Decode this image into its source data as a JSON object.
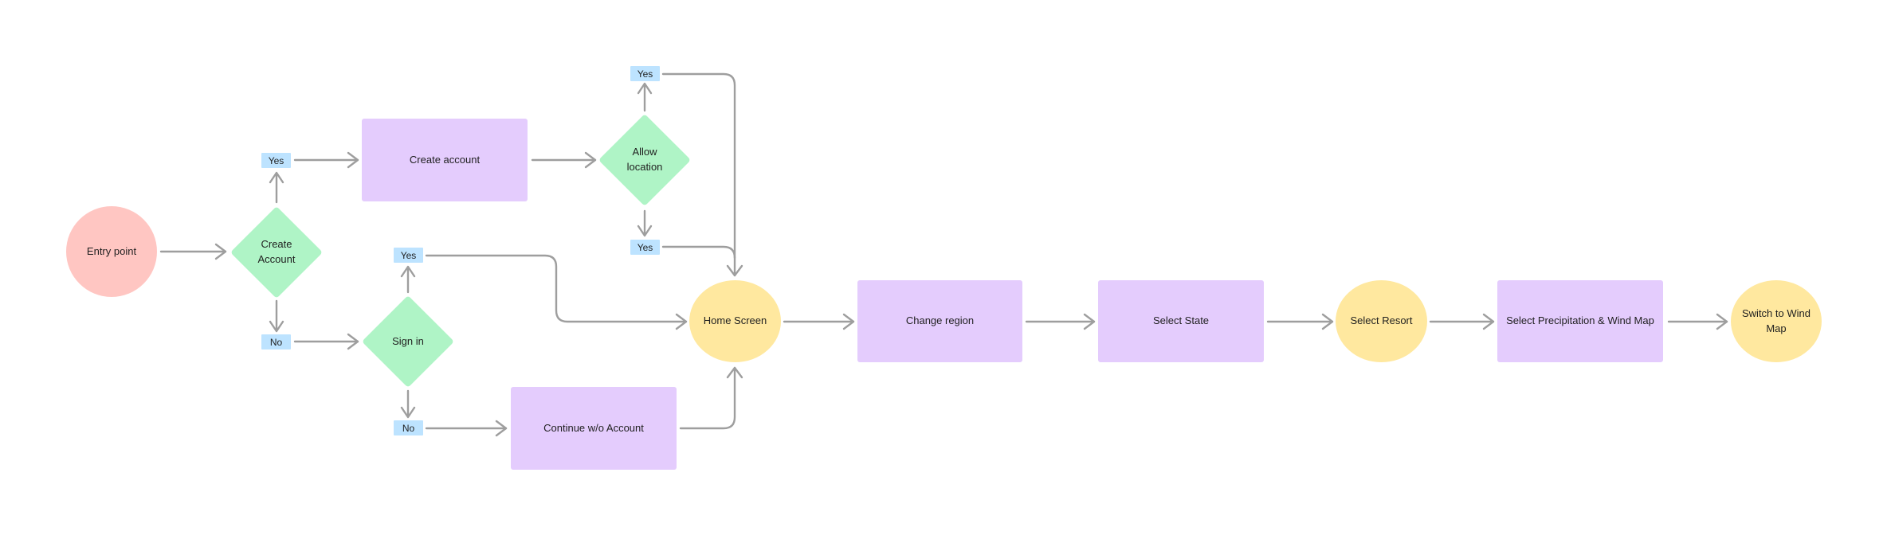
{
  "nodes": {
    "entry_point": "Entry point",
    "create_account_decision": "Create Account",
    "create_account": "Create account",
    "allow_location": "Allow location",
    "sign_in": "Sign in",
    "continue_without_account": "Continue w/o Account",
    "home_screen": "Home Screen",
    "change_region": "Change region",
    "select_state": "Select State",
    "select_resort": "Select Resort",
    "select_precipitation_wind_map": "Select Precipitation & Wind Map",
    "switch_to_wind_map": "Switch to Wind Map"
  },
  "labels": {
    "create_account_yes": "Yes",
    "create_account_no": "No",
    "allow_location_top_yes": "Yes",
    "allow_location_bottom_yes": "Yes",
    "sign_in_yes": "Yes",
    "sign_in_no": "No"
  },
  "colors": {
    "process": "#e4ccfd",
    "decision": "#aff4c6",
    "start": "#ffc6c2",
    "screen": "#ffe89f",
    "label": "#bde3ff",
    "connector": "#9e9e9e"
  }
}
